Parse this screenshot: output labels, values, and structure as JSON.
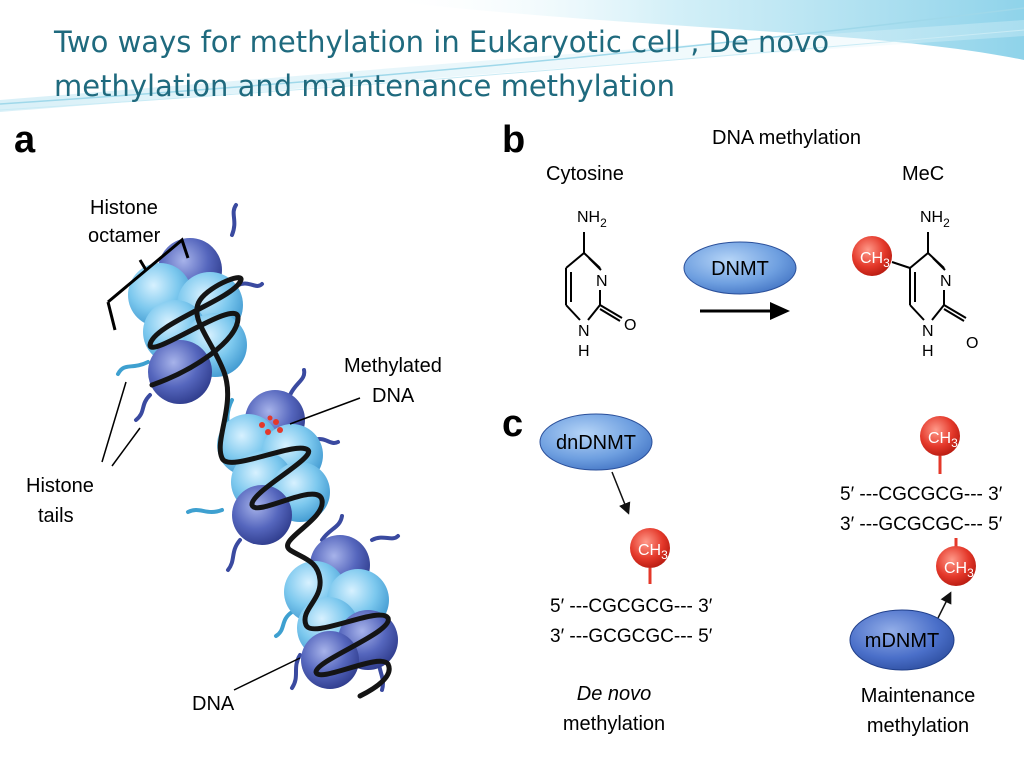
{
  "slide": {
    "title_line1": "Two ways for methylation in Eukaryotic cell , De novo",
    "title_line2": "methylation and maintenance methylation",
    "accent_color": "#1f6a7e"
  },
  "panel_a": {
    "letter": "a",
    "histone_octamer_label_1": "Histone",
    "histone_octamer_label_2": "octamer",
    "methylated_dna_label_1": "Methylated",
    "methylated_dna_label_2": "DNA",
    "histone_tails_label_1": "Histone",
    "histone_tails_label_2": "tails",
    "dna_label": "DNA"
  },
  "panel_b": {
    "letter": "b",
    "heading": "DNA methylation",
    "left_label": "Cytosine",
    "right_label": "MeC",
    "enzyme": "DNMT",
    "amine": "NH",
    "amine_sub": "2",
    "ring_n": "N",
    "ring_nh": "N",
    "ring_h": "H",
    "ring_o": "O",
    "methyl": "CH",
    "methyl_sub": "3"
  },
  "panel_c": {
    "letter": "c",
    "left_enzyme": "dnDNMT",
    "right_enzyme": "mDNMT",
    "strand_top": "5′ ---CGCGCG--- 3′",
    "strand_bottom": "3′ ---GCGCGC--- 5′",
    "methyl": "CH",
    "methyl_sub": "3",
    "left_caption_1": "De novo",
    "left_caption_2": "methylation",
    "right_caption_1": "Maintenance",
    "right_caption_2": "methylation"
  }
}
